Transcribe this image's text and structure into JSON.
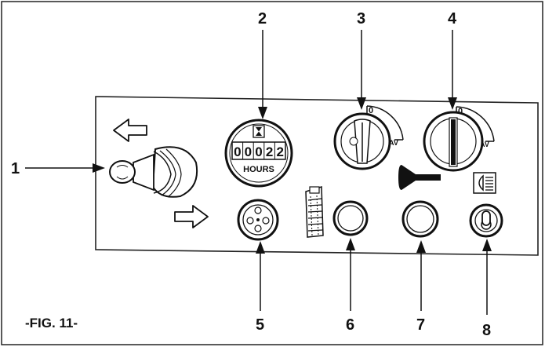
{
  "figure_label": "-FIG. 11-",
  "callouts": [
    "1",
    "2",
    "3",
    "4",
    "5",
    "6",
    "7",
    "8"
  ],
  "hour_meter": {
    "digits": [
      "0",
      "0",
      "0",
      "2",
      "2"
    ],
    "unit_label": "HOURS"
  },
  "key_switch_left": {
    "position_off": "0",
    "position_on": "AV"
  },
  "key_switch_right": {
    "position_off": "0",
    "position_on": "AV"
  },
  "icons": {
    "joystick": "joystick-icon",
    "arrow_left": "arrow-left-icon",
    "arrow_right": "arrow-right-icon",
    "hourglass": "hourglass-icon",
    "hydraulic_oil": "oil-container-icon",
    "horn": "horn-icon",
    "headlight": "headlight-icon"
  }
}
